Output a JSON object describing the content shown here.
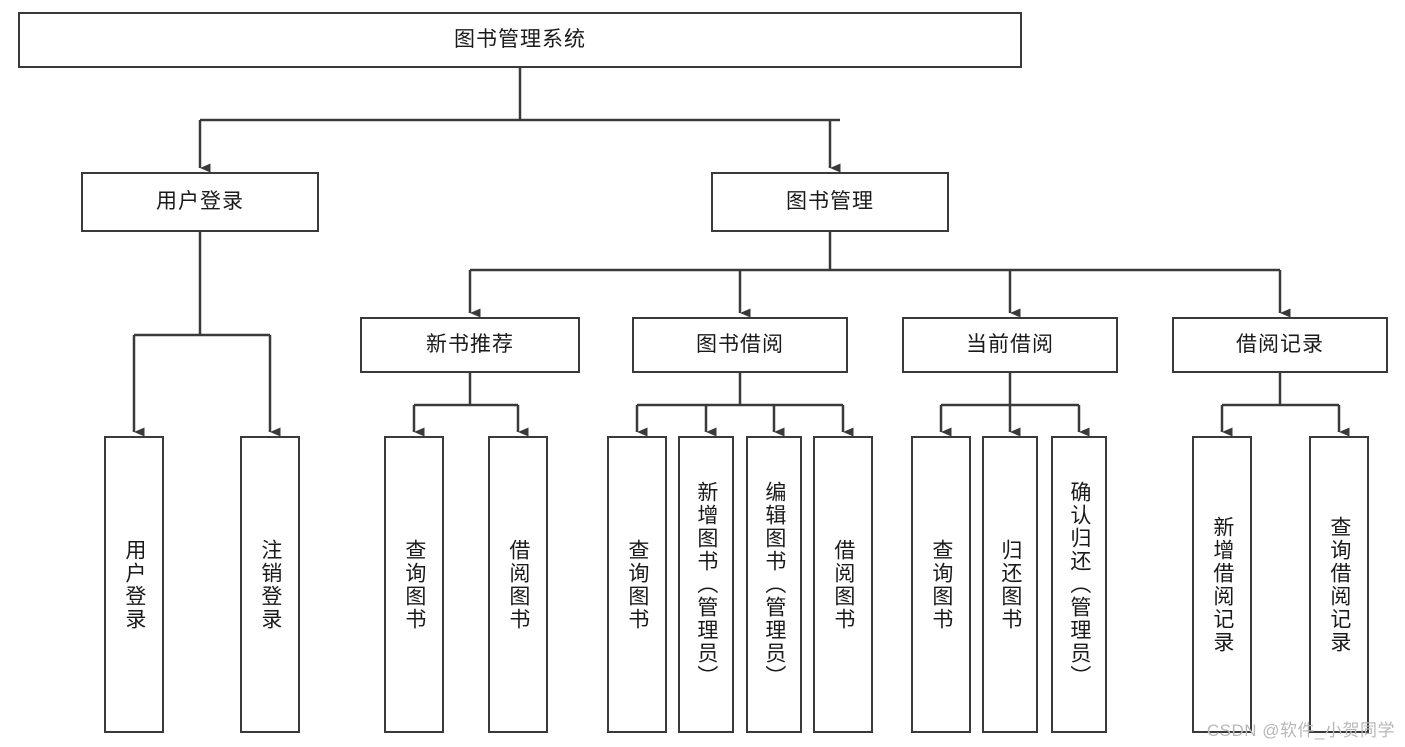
{
  "diagram": {
    "title": "图书管理系统",
    "type": "tree-hierarchy-diagram",
    "colors": {
      "box_border": "#3a3a3a",
      "box_fill": "#ffffff",
      "connector": "#3a3a3a",
      "text": "#1a1a1a",
      "watermark": "#b8b8b8",
      "background": "#ffffff"
    },
    "root": {
      "label": "图书管理系统"
    },
    "level2": [
      {
        "id": "user-login",
        "label": "用户登录"
      },
      {
        "id": "book-management",
        "label": "图书管理"
      }
    ],
    "level3": [
      {
        "id": "new-book-recommend",
        "label": "新书推荐"
      },
      {
        "id": "book-borrow",
        "label": "图书借阅"
      },
      {
        "id": "current-borrow",
        "label": "当前借阅"
      },
      {
        "id": "borrow-record",
        "label": "借阅记录"
      }
    ],
    "leaves": {
      "user_login": [
        {
          "id": "leaf-user-login",
          "label": "用户登录"
        },
        {
          "id": "leaf-logout-login",
          "label": "注销登录"
        }
      ],
      "new_book_recommend": [
        {
          "id": "leaf-query-book-1",
          "label": "查询图书"
        },
        {
          "id": "leaf-borrow-book-1",
          "label": "借阅图书"
        }
      ],
      "book_borrow": [
        {
          "id": "leaf-query-book-2",
          "label": "查询图书"
        },
        {
          "id": "leaf-add-book",
          "label": "新增图书（管理员）"
        },
        {
          "id": "leaf-edit-book",
          "label": "编辑图书（管理员）"
        },
        {
          "id": "leaf-borrow-book-2",
          "label": "借阅图书"
        }
      ],
      "current_borrow": [
        {
          "id": "leaf-query-book-3",
          "label": "查询图书"
        },
        {
          "id": "leaf-return-book",
          "label": "归还图书"
        },
        {
          "id": "leaf-confirm-return",
          "label": "确认归还（管理员）"
        }
      ],
      "borrow_record": [
        {
          "id": "leaf-add-record",
          "label": "新增借阅记录"
        },
        {
          "id": "leaf-query-record",
          "label": "查询借阅记录"
        }
      ]
    }
  },
  "watermark": {
    "text": "CSDN @软件_小贺同学"
  }
}
